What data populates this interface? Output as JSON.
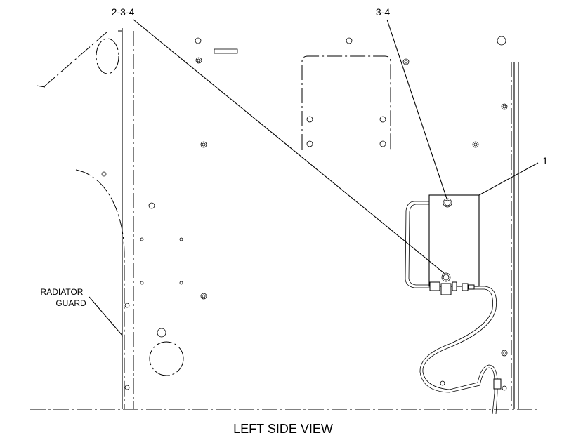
{
  "view_title": "LEFT SIDE VIEW",
  "callouts": {
    "c1": "2-3-4",
    "c2": "3-4",
    "c3": "1"
  },
  "labels": {
    "radiator_guard_line1": "RADIATOR",
    "radiator_guard_line2": "GUARD"
  }
}
